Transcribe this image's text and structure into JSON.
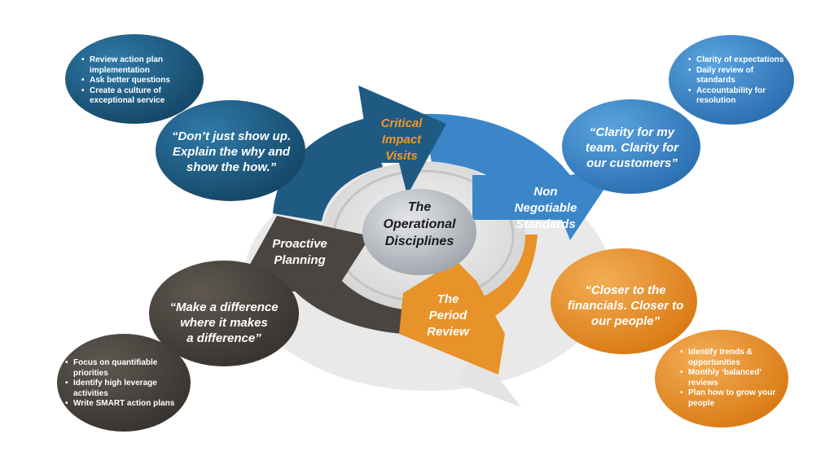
{
  "center": {
    "title_lines": [
      "The",
      "Operational",
      "Disciplines"
    ]
  },
  "segments": {
    "critical_impact_visits": {
      "lines": [
        "Critical",
        "Impact",
        "Visits"
      ]
    },
    "non_negotiable_standards": {
      "lines": [
        "Non",
        "Negotiable",
        "Standards"
      ]
    },
    "period_review": {
      "lines": [
        "The",
        "Period",
        "Review"
      ]
    },
    "proactive_planning": {
      "lines": [
        "Proactive",
        "Planning"
      ]
    }
  },
  "quotes": {
    "top_left": [
      "“Don’t just show up.",
      "Explain the why and",
      "show the how.”"
    ],
    "top_right": [
      "“Clarity for my",
      "team. Clarity for",
      "our customers”"
    ],
    "bottom_right": [
      "“Closer to the",
      "financials. Closer to",
      "our people”"
    ],
    "bottom_left": [
      "“Make a difference",
      "where it makes",
      "a difference”"
    ]
  },
  "bullets": {
    "top_left": [
      "Review action plan implementation",
      "Ask better questions",
      "Create a culture of exceptional service"
    ],
    "top_right": [
      "Clarity of expectations",
      "Daily review of standards",
      "Accountability for resolution"
    ],
    "bottom_right": [
      "Identify trends & opportunities",
      "Monthly ‘balanced’ reviews",
      "Plan how to grow your people"
    ],
    "bottom_left": [
      "Focus on quantifiable priorities",
      "Identify high leverage activities",
      "Write SMART action plans"
    ]
  },
  "colors": {
    "dark_blue": "#1f5a82",
    "mid_blue": "#3a86c8",
    "orange": "#e8922a",
    "dark_brown": "#4a4540",
    "orange_text": "#f0962a"
  }
}
